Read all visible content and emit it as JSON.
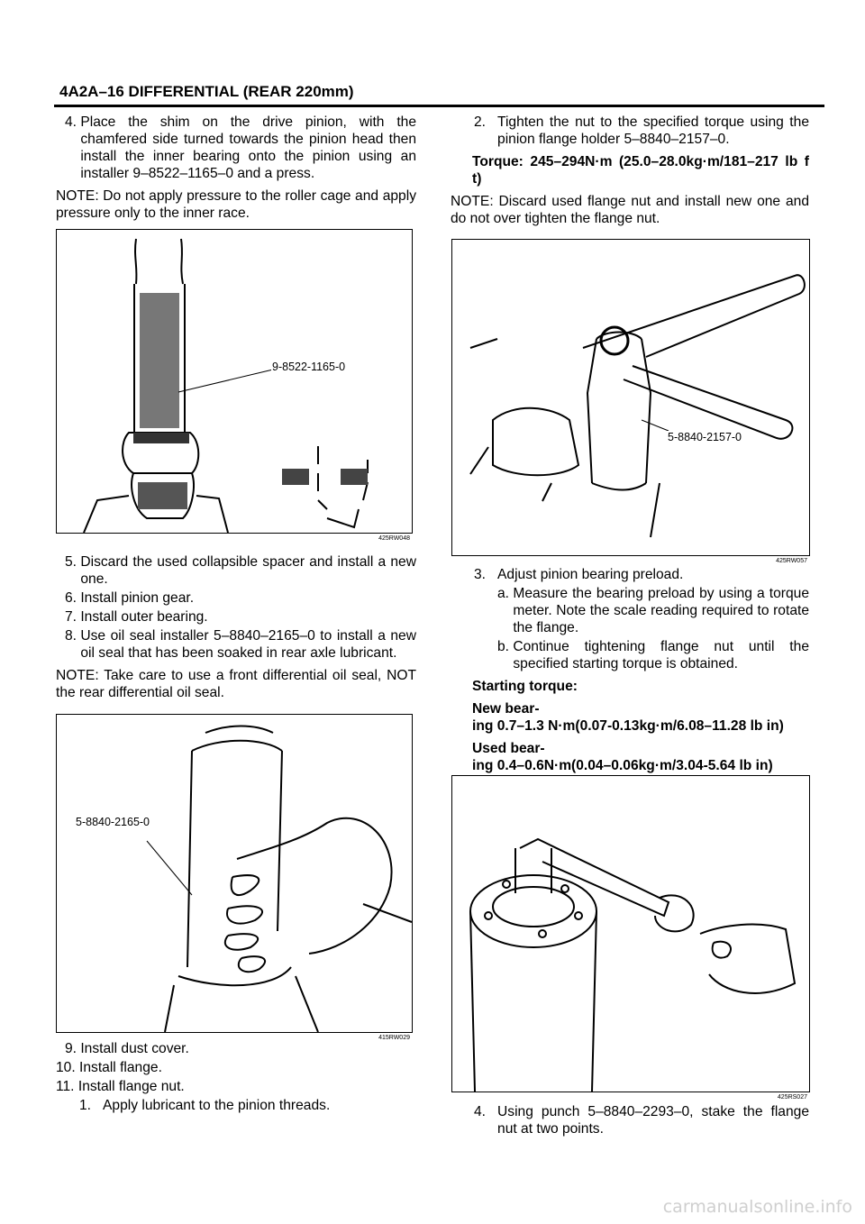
{
  "header": {
    "title": "4A2A–16 DIFFERENTIAL (REAR 220mm)"
  },
  "left": {
    "step4": {
      "num": "4. ",
      "text": "Place the shim on the drive pinion, with the chamfered side turned towards the pinion head then install the inner bearing onto the pinion using an installer 9–8522–1165–0 and a press."
    },
    "note1": "NOTE:  Do not apply pressure to the roller cage and apply pressure only to the inner race.",
    "fig1": {
      "callout": "9-8522-1165-0",
      "id": "425RW048"
    },
    "step5": {
      "num": "5. ",
      "text": "Discard the used collapsible spacer and install a new one."
    },
    "step6": {
      "num": "6. ",
      "text": "Install pinion gear."
    },
    "step7": {
      "num": "7. ",
      "text": "Install outer bearing."
    },
    "step8": {
      "num": "8. ",
      "text": "Use oil seal installer 5–8840–2165–0 to install a new oil seal that has been soaked in rear axle lubricant."
    },
    "note2": "NOTE: Take care to use a front differential oil seal, NOT the rear differential oil seal.",
    "fig2": {
      "callout": "5-8840-2165-0",
      "id": "415RW029"
    },
    "step9": {
      "num": "9. ",
      "text": "Install dust cover."
    },
    "step10": {
      "num": "10. ",
      "text": "Install flange."
    },
    "step11": {
      "num": "11. ",
      "text": "Install flange nut."
    },
    "sub1": {
      "num": "1.   ",
      "text": "Apply lubricant to the pinion threads."
    }
  },
  "right": {
    "sub2": {
      "num": "2.   ",
      "text": "Tighten the nut to the specified torque using the pinion flange holder 5–8840–2157–0."
    },
    "torque": "Torque: 245–294N·m (25.0–28.0kg·m/181–217 lb f t)",
    "note3": "NOTE: Discard used flange nut and install new one and do not over tighten the flange nut.",
    "fig3": {
      "callout": "5-8840-2157-0",
      "id": "425RW057"
    },
    "sub3": {
      "num": "3.   ",
      "text": "Adjust pinion bearing preload."
    },
    "suba": {
      "num": "a. ",
      "text": "Measure the bearing preload by using a torque meter. Note the scale reading required to rotate the flange."
    },
    "subb": {
      "num": "b. ",
      "text": "Continue tightening flange nut until the specified starting torque is obtained."
    },
    "starting": "Starting torque:",
    "newbear1": "New bear-",
    "newbear2": "ing 0.7–1.3 N·m(0.07-0.13kg·m/6.08–11.28 lb in)",
    "usedbear1": "Used bear-",
    "usedbear2": "ing 0.4–0.6N·m(0.04–0.06kg·m/3.04-5.64 lb in)",
    "fig4": {
      "id": "425RS027"
    },
    "sub4": {
      "num": "4.   ",
      "text": "Using punch 5–8840–2293–0, stake the flange nut at two points."
    }
  },
  "watermark": "carmanualsonline.info"
}
